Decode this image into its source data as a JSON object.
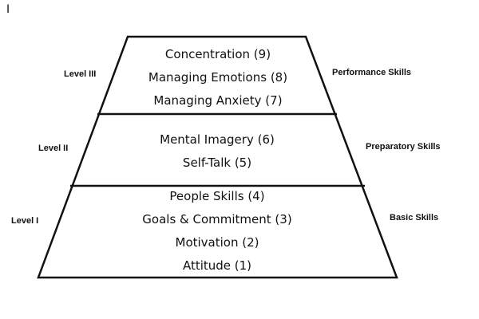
{
  "corner_mark": "I",
  "tiers": [
    {
      "level": "Level III",
      "category": "Performance Skills",
      "items": [
        "Concentration (9)",
        "Managing Emotions (8)",
        "Managing Anxiety (7)"
      ]
    },
    {
      "level": "Level II",
      "category": "Preparatory Skills",
      "items": [
        "Mental Imagery (6)",
        "Self-Talk (5)"
      ]
    },
    {
      "level": "Level I",
      "category": "Basic Skills",
      "items": [
        "People Skills (4)",
        "Goals & Commitment (3)",
        "Motivation (2)",
        "Attitude (1)"
      ]
    }
  ]
}
